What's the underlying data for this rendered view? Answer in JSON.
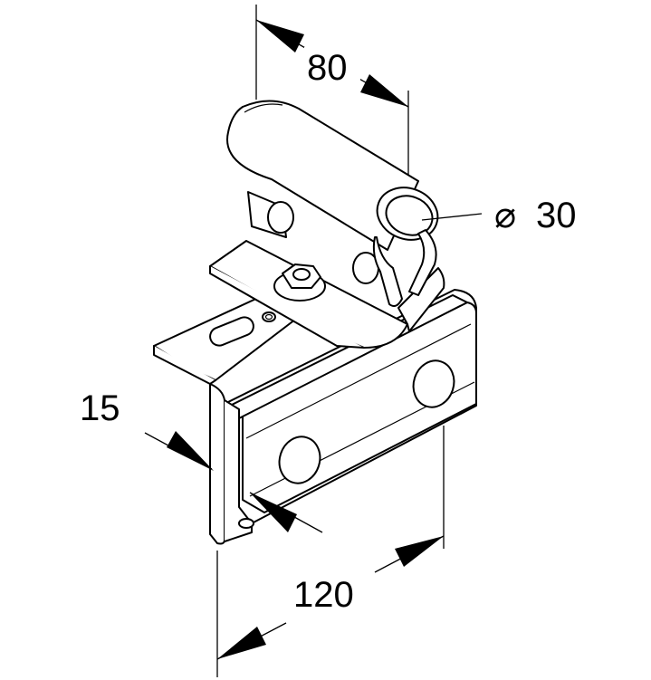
{
  "dimensions": {
    "top_width": "80",
    "diameter_symbol": "⌀",
    "diameter_value": "30",
    "flange": "15",
    "bottom_width": "120"
  },
  "colors": {
    "line": "#000000",
    "background": "#ffffff"
  }
}
